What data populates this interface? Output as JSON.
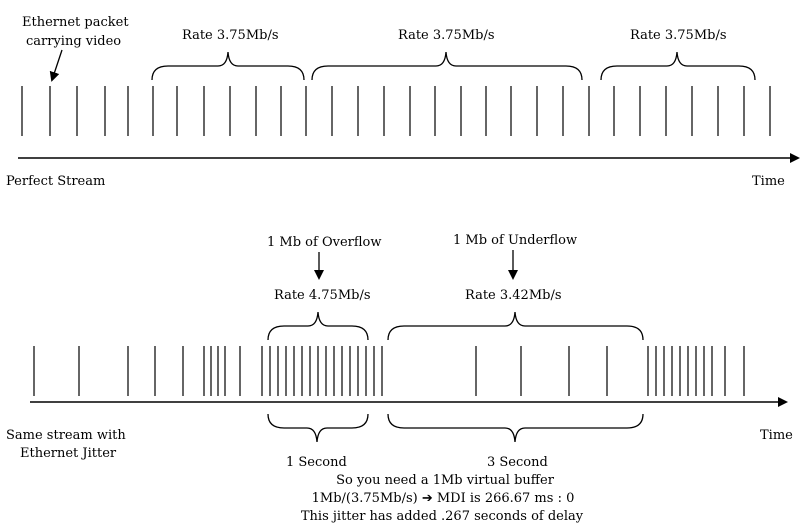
{
  "top": {
    "packet_label_line1": "Ethernet packet",
    "packet_label_line2": "carrying video",
    "rate_labels": [
      "Rate 3.75Mb/s",
      "Rate 3.75Mb/s",
      "Rate 3.75Mb/s"
    ],
    "left_label": "Perfect Stream",
    "time_label": "Time"
  },
  "bottom": {
    "overflow_label": "1 Mb of Overflow",
    "underflow_label": "1 Mb of Underflow",
    "rate_high": "Rate 4.75Mb/s",
    "rate_low": "Rate 3.42Mb/s",
    "left_label_line1": "Same stream with",
    "left_label_line2": "Ethernet Jitter",
    "time_label": "Time",
    "duration_1": "1 Second",
    "duration_2": "3 Second"
  },
  "notes": [
    "So you need a 1Mb virtual buffer",
    "1Mb/(3.75Mb/s) ➔ MDI is 266.67 ms : 0",
    "This jitter has added .267 seconds of delay"
  ]
}
